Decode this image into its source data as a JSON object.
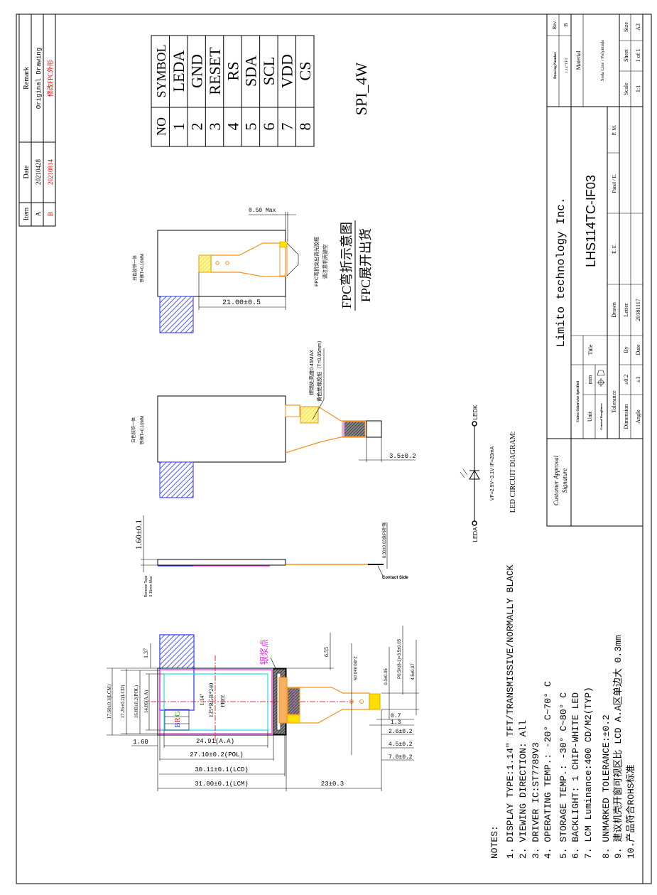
{
  "revision_table": {
    "headers": {
      "item": "Item",
      "date": "Date",
      "remark": "Remark"
    },
    "rows": [
      {
        "item": "A",
        "date": "20210428",
        "remark": "Original Drawing"
      },
      {
        "item": "B",
        "date": "20210814",
        "remark": "修改FPC外形"
      }
    ],
    "highlight_color": "#e00000"
  },
  "pin_table": {
    "headers": {
      "no": "NO",
      "symbol": "SYMBOL"
    },
    "rows": [
      {
        "no": "1",
        "symbol": "LEDA"
      },
      {
        "no": "2",
        "symbol": "GND"
      },
      {
        "no": "3",
        "symbol": "RESET"
      },
      {
        "no": "4",
        "symbol": "RS"
      },
      {
        "no": "5",
        "symbol": "SDA"
      },
      {
        "no": "6",
        "symbol": "SCL"
      },
      {
        "no": "7",
        "symbol": "VDD"
      },
      {
        "no": "8",
        "symbol": "CS"
      }
    ]
  },
  "interface": "SPI_4W",
  "fpc_bent_view": {
    "title": "FPC弯折示意图",
    "subtitle": "FPC展开出货",
    "note_line1": "FPC弯折突出背光胶框",
    "note_line2": "请注意机壳避空",
    "frame_label1": "白色胶铁一体",
    "frame_label2": "铁框T=0.10MM",
    "dim_width": "21.00±0.5",
    "dim_protrusion": "0.50 Max"
  },
  "fpc_flat_view": {
    "frame_label1": "白色胶铁一体",
    "frame_label2": "铁框T=0.10MM",
    "solder_note1": "焊锡处高度0.45MAX",
    "solder_note2": "黄色绝缘胶纸（T=0.05mm）",
    "dim_connector": "3.5±0.2"
  },
  "side_view": {
    "thickness": "1.60±0.1",
    "fpc_thickness": "0.30±0.03含PI补强",
    "contact_side": "Contact Side",
    "remove_tape": "Remove Tape",
    "tape_max": "0.15mm Max"
  },
  "front_view": {
    "size_label": "1.14\"",
    "resolution": "135*RGB*240",
    "free_label": "FREE",
    "rgb": [
      "R",
      "G",
      "B"
    ],
    "silver_paste": "银浆点",
    "dim_lcm_h": "17.60±0.1(LCM)",
    "dim_lcd_h": "17.26±0.2(LCD)",
    "dim_pol_h": "16.80±0.2(POL)",
    "dim_aa_h": "14.86(A.A)",
    "dim_137": "1.37",
    "dim_160": "1.60",
    "dim_aa_w": "24.91(A.A)",
    "dim_pol_w": "27.10±0.2(POL)",
    "dim_lcd_w": "30.11±0.1(LCD)",
    "dim_lcm_w": "31.00±0.1(LCM)",
    "dim_fpc_len": "23±0.3",
    "dim_655": "6.55",
    "dim_holes": "2-Φ0.8±0.05",
    "dim_pin_w": "0.3±0.05",
    "dim_pitch": "P0.5X(8-1)=3.5±0.05",
    "dim_conn_w": "4.5±0.07",
    "dim_07": "0.7",
    "dim_13": "1.3",
    "dim_26": "2.6±0.2",
    "dim_45": "4.5±0.2",
    "dim_70": "7.0±0.2"
  },
  "led_circuit": {
    "anode": "LEDA",
    "cathode": "LEDK",
    "spec": "VF=2.9V~3.1V   IF=20mA",
    "title": "LED CIRCUIT DIAGRAM:"
  },
  "notes": {
    "heading": "NOTES:",
    "items": [
      "1. DISPLAY TYPE:1.14\" TFT/TRANSMISSIVE/NORMALLY BLACK",
      "2. VIEWING DIRECTION: All",
      "3. DRIVER IC:ST7789V3",
      "4. OPERATING TEMP.:   -20° C~70° C",
      "5. STORAGE TEMP.:   -30° C~80° C",
      "6. BACKLIGHT: 1 CHIP-WHITE LED",
      "7. LCM Luminance:400 CD/M2(TYP)",
      "8. UNMARKED TOLERANCE:±0.2",
      "9. 建议机壳开窗可视区比 LCD A.A区单边大 0.3mm",
      "10.产品符合ROHS标准"
    ]
  },
  "title_block": {
    "customer_approval": "Customer Approval",
    "signature": "Signature",
    "unless_specified": "Unless Otherwise Specified",
    "unit_label": "Unit",
    "unit_value": "mm",
    "roughness_label": "General Roughness",
    "tolerance_label": "Tolerance",
    "dimension_label": "Dimension",
    "dimension_value": "±0.2",
    "angle_label": "Angle",
    "angle_value": "±1",
    "title_label": "Title",
    "by_label": "By",
    "date_label": "Date",
    "company": "Limito technology Inc.",
    "part_number": "LHS114TC-IF03",
    "drawn_label": "Drawn",
    "ee_label": "E. E.",
    "panel_label": "Panel / E.",
    "pm_label": "P. M.",
    "drawn_by": "Letter",
    "drawn_date": "20181117",
    "drawing_number_label": "Drawing Number",
    "drawing_number": "1.14\"TFT",
    "rev_label": "Rev.",
    "rev": "B",
    "material_label": "Material",
    "material": "Soda Line / Polyimide",
    "scale_label": "Scale",
    "scale": "1:1",
    "sheet_label": "Sheet",
    "sheet": "1 of 1",
    "size_label": "Size",
    "size": "A3"
  },
  "colors": {
    "fpc": "#f7901e",
    "stiffener": "#ffe000",
    "tape_hatch": "#1f2fff",
    "polarizer": "#e020e0",
    "active_area": "#18e0e8",
    "centerline": "#e00000"
  }
}
